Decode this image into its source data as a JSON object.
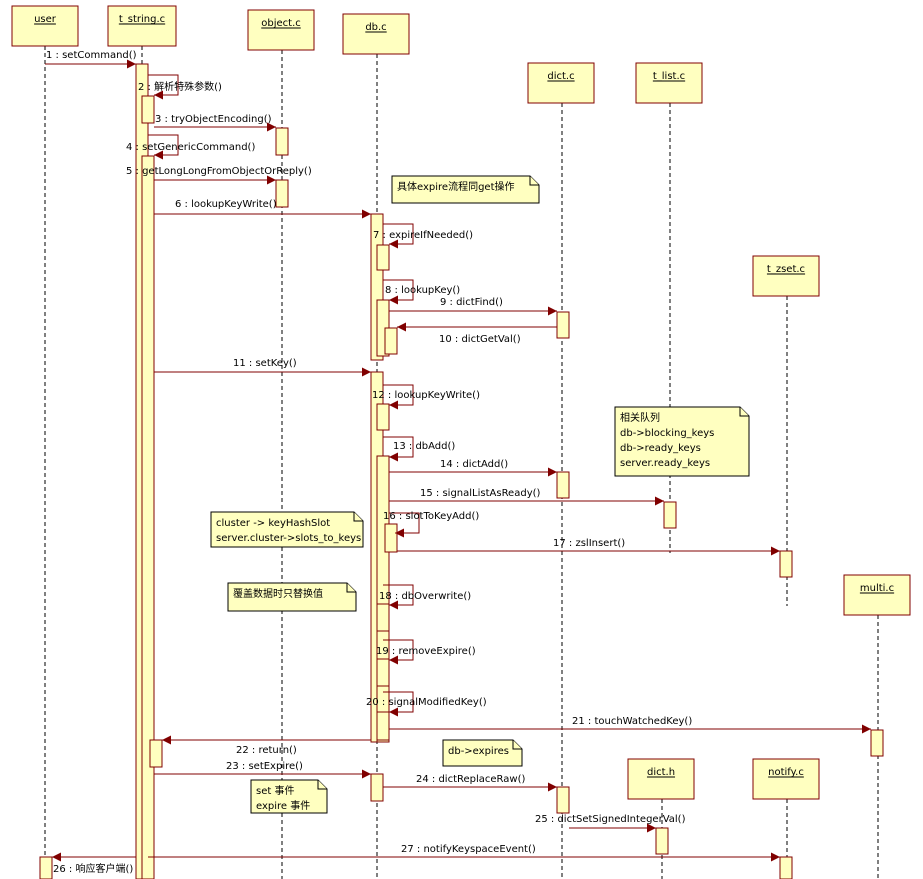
{
  "participants": [
    {
      "id": "user",
      "label": "user"
    },
    {
      "id": "t_string",
      "label": "t_string.c"
    },
    {
      "id": "object",
      "label": "object.c"
    },
    {
      "id": "db",
      "label": "db.c"
    },
    {
      "id": "dict_c",
      "label": "dict.c"
    },
    {
      "id": "t_list",
      "label": "t_list.c"
    },
    {
      "id": "t_zset",
      "label": "t_zset.c"
    },
    {
      "id": "multi",
      "label": "multi.c"
    },
    {
      "id": "dict_h",
      "label": "dict.h"
    },
    {
      "id": "notify",
      "label": "notify.c"
    }
  ],
  "messages": [
    {
      "id": "m1",
      "label": "1 : setCommand()"
    },
    {
      "id": "m2",
      "label": "2 : 解析特殊参数()"
    },
    {
      "id": "m3",
      "label": "3 : tryObjectEncoding()"
    },
    {
      "id": "m4",
      "label": "4 : setGenericCommand()"
    },
    {
      "id": "m5",
      "label": "5 : getLongLongFromObjectOrReply()"
    },
    {
      "id": "m6",
      "label": "6 : lookupKeyWrite()"
    },
    {
      "id": "m7",
      "label": "7 : expireIfNeeded()"
    },
    {
      "id": "m8",
      "label": "8 : lookupKey()"
    },
    {
      "id": "m9",
      "label": "9 : dictFind()"
    },
    {
      "id": "m10",
      "label": "10 : dictGetVal()"
    },
    {
      "id": "m11",
      "label": "11 : setKey()"
    },
    {
      "id": "m12",
      "label": "12 : lookupKeyWrite()"
    },
    {
      "id": "m13",
      "label": "13 : dbAdd()"
    },
    {
      "id": "m14",
      "label": "14 : dictAdd()"
    },
    {
      "id": "m15",
      "label": "15 : signalListAsReady()"
    },
    {
      "id": "m16",
      "label": "16 : slotToKeyAdd()"
    },
    {
      "id": "m17",
      "label": "17 : zslInsert()"
    },
    {
      "id": "m18",
      "label": "18 : dbOverwrite()"
    },
    {
      "id": "m19",
      "label": "19 : removeExpire()"
    },
    {
      "id": "m20",
      "label": "20 : signalModifiedKey()"
    },
    {
      "id": "m21",
      "label": "21 : touchWatchedKey()"
    },
    {
      "id": "m22",
      "label": "22 : return()"
    },
    {
      "id": "m23",
      "label": "23 : setExpire()"
    },
    {
      "id": "m24",
      "label": "24 : dictReplaceRaw()"
    },
    {
      "id": "m25",
      "label": "25 : dictSetSignedIntegerVal()"
    },
    {
      "id": "m26",
      "label": "26 : 响应客户端()"
    },
    {
      "id": "m27",
      "label": "27 : notifyKeyspaceEvent()"
    }
  ],
  "notes": [
    {
      "id": "n1",
      "lines": [
        "具体expire流程同get操作"
      ]
    },
    {
      "id": "n2",
      "lines": [
        "相关队列",
        "db->blocking_keys",
        "db->ready_keys",
        "server.ready_keys"
      ]
    },
    {
      "id": "n3",
      "lines": [
        "cluster -> keyHashSlot",
        "server.cluster->slots_to_keys"
      ]
    },
    {
      "id": "n4",
      "lines": [
        "覆盖数据时只替换值"
      ]
    },
    {
      "id": "n5",
      "lines": [
        "db->expires"
      ]
    },
    {
      "id": "n6",
      "lines": [
        "set 事件",
        "expire 事件"
      ]
    }
  ]
}
